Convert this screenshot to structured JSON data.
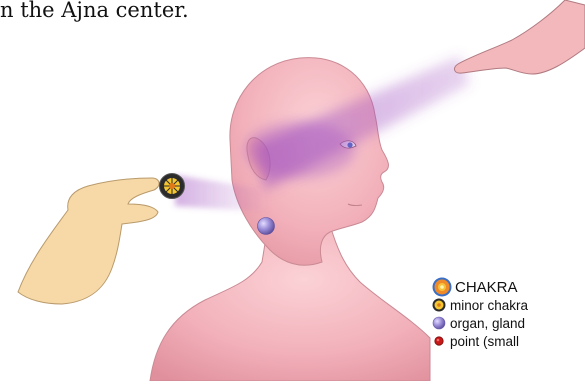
{
  "caption": "n the Ajna center.",
  "legend": {
    "items": [
      {
        "label": "CHAKRA",
        "icon": "chakra-icon",
        "color": "#e0701e"
      },
      {
        "label": "minor chakra",
        "icon": "minor-chakra-icon",
        "color": "#e8b820"
      },
      {
        "label": "organ, gland",
        "icon": "organ-gland-icon",
        "color": "#9a8fd0"
      },
      {
        "label": "point (small",
        "icon": "point-icon",
        "color": "#c81818"
      }
    ]
  },
  "colors": {
    "skin": "#f2b8c0",
    "hand": "#f6d9a6",
    "energy": "#a060c0"
  }
}
